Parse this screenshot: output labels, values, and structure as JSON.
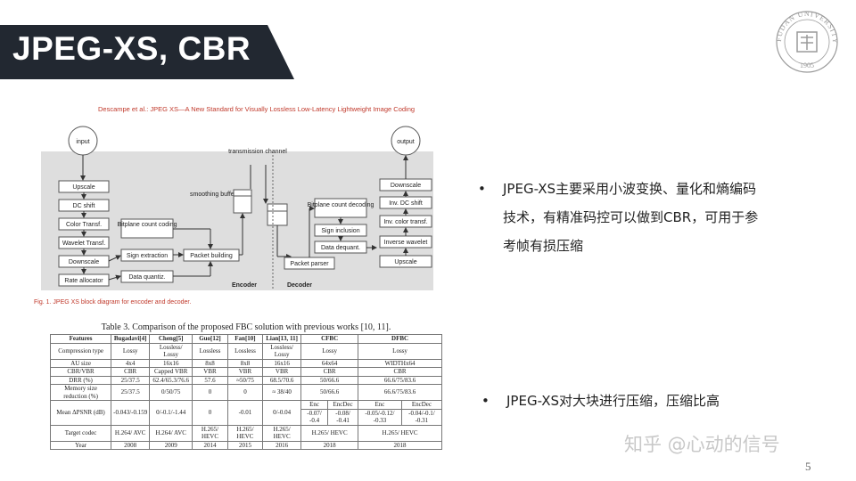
{
  "title": "JPEG-XS, CBR",
  "seal": {
    "icon": "fudan-university-seal",
    "text": "FUDAN UNIVERSITY",
    "year": "1905"
  },
  "figure": {
    "caption_top": "Descampe et al.: JPEG XS—A New Standard for Visually Lossless Low-Latency Lightweight Image Coding",
    "caption_bottom": "Fig. 1. JPEG XS block diagram for encoder and decoder.",
    "nodes": {
      "input": "input",
      "output": "output",
      "upscale": "Upscale",
      "dc_shift": "DC shift",
      "color_transf": "Color Transf.",
      "wavelet_transf": "Wavelet Transf.",
      "downscale": "Downscale",
      "rate_allocator": "Rate allocator",
      "bitplane_coding": "Bitplane count coding",
      "sign_extraction": "Sign extraction",
      "data_quantiz": "Data quantiz.",
      "packet_building": "Packet building",
      "smoothing_buffer": "smoothing buffer",
      "transmission_channel": "transmission channel",
      "packet_parser": "Packet parser",
      "bitplane_decoding": "Bitplane count decoding",
      "sign_inclusion": "Sign inclusion",
      "data_dequant": "Data dequant.",
      "dec_downscale": "Downscale",
      "inv_dc_shift": "Inv. DC shift",
      "inv_color_transf": "Inv. color transf.",
      "inverse_wavelet": "Inverse wavelet",
      "dec_upscale": "Upscale",
      "encoder": "Encoder",
      "decoder": "Decoder"
    }
  },
  "table": {
    "title": "Table 3. Comparison of the proposed FBC solution with previous works [10, 11].",
    "headers": [
      "Features",
      "Bugadavi[4]",
      "Cheng[5]",
      "Guo[12]",
      "Fan[10]",
      "Lian[13, 11]",
      "CFBC",
      "DFBC"
    ],
    "rows": [
      [
        "Compression type",
        "Lossy",
        "Lossless/ Lossy",
        "Lossless",
        "Lossless",
        "Lossless/ Lossy",
        "Lossy",
        "Lossy"
      ],
      [
        "AU size",
        "4x4",
        "16x16",
        "8x8",
        "8x8",
        "16x16",
        "64x64",
        "WIDTHx64"
      ],
      [
        "CBR/VBR",
        "CBR",
        "Capped VBR",
        "VBR",
        "VBR",
        "VBR",
        "CBR",
        "CBR"
      ],
      [
        "DRR (%)",
        "25/37.5",
        "62.4/65.3/76.6",
        "57.6",
        "≈50/75",
        "68.5/70.6",
        "50/66.6",
        "66.6/75/83.6"
      ],
      [
        "Memory size reduction (%)",
        "25/37.5",
        "0/50/75",
        "0",
        "0",
        "≈ 38/40",
        "50/66.6",
        "66.6/75/83.6"
      ]
    ],
    "psnr_row": {
      "label": "Mean ΔPSNR (dB)",
      "values": [
        "-0.043/-0.159",
        "0/-0.1/-1.44",
        "0",
        "-0.01",
        "0/-0.04"
      ],
      "cfbc_sub": [
        "Enc",
        "EncDec"
      ],
      "cfbc_vals": [
        "-0.07/ -0.4",
        "-0.08/ -0.41"
      ],
      "dfbc_sub": [
        "Enc",
        "EncDec"
      ],
      "dfbc_vals": [
        "-0.05/-0.12/ -0.33",
        "-0.04/-0.1/ -0.31"
      ]
    },
    "tail_rows": [
      [
        "Target codec",
        "H.264/ AVC",
        "H.264/ AVC",
        "H.265/ HEVC",
        "H.265/ HEVC",
        "H.265/ HEVC",
        "H.265/ HEVC",
        "H.265/ HEVC"
      ],
      [
        "Year",
        "2008",
        "2009",
        "2014",
        "2015",
        "2016",
        "2018",
        "2018"
      ]
    ]
  },
  "bullets": [
    {
      "dot": "•",
      "lines": [
        "JPEG-XS主要采用小波变换、量化和熵编码",
        "技术，有精准码控可以做到CBR，可用于参",
        "考帧有损压缩"
      ]
    },
    {
      "dot": "•",
      "lines": [
        "JPEG-XS对大块进行压缩，压缩比高"
      ]
    }
  ],
  "watermark": "知乎 @心动的信号",
  "page_number": "5",
  "colors": {
    "banner": "#222831",
    "caption_red": "#c0392b",
    "figure_bg": "#dedede"
  }
}
